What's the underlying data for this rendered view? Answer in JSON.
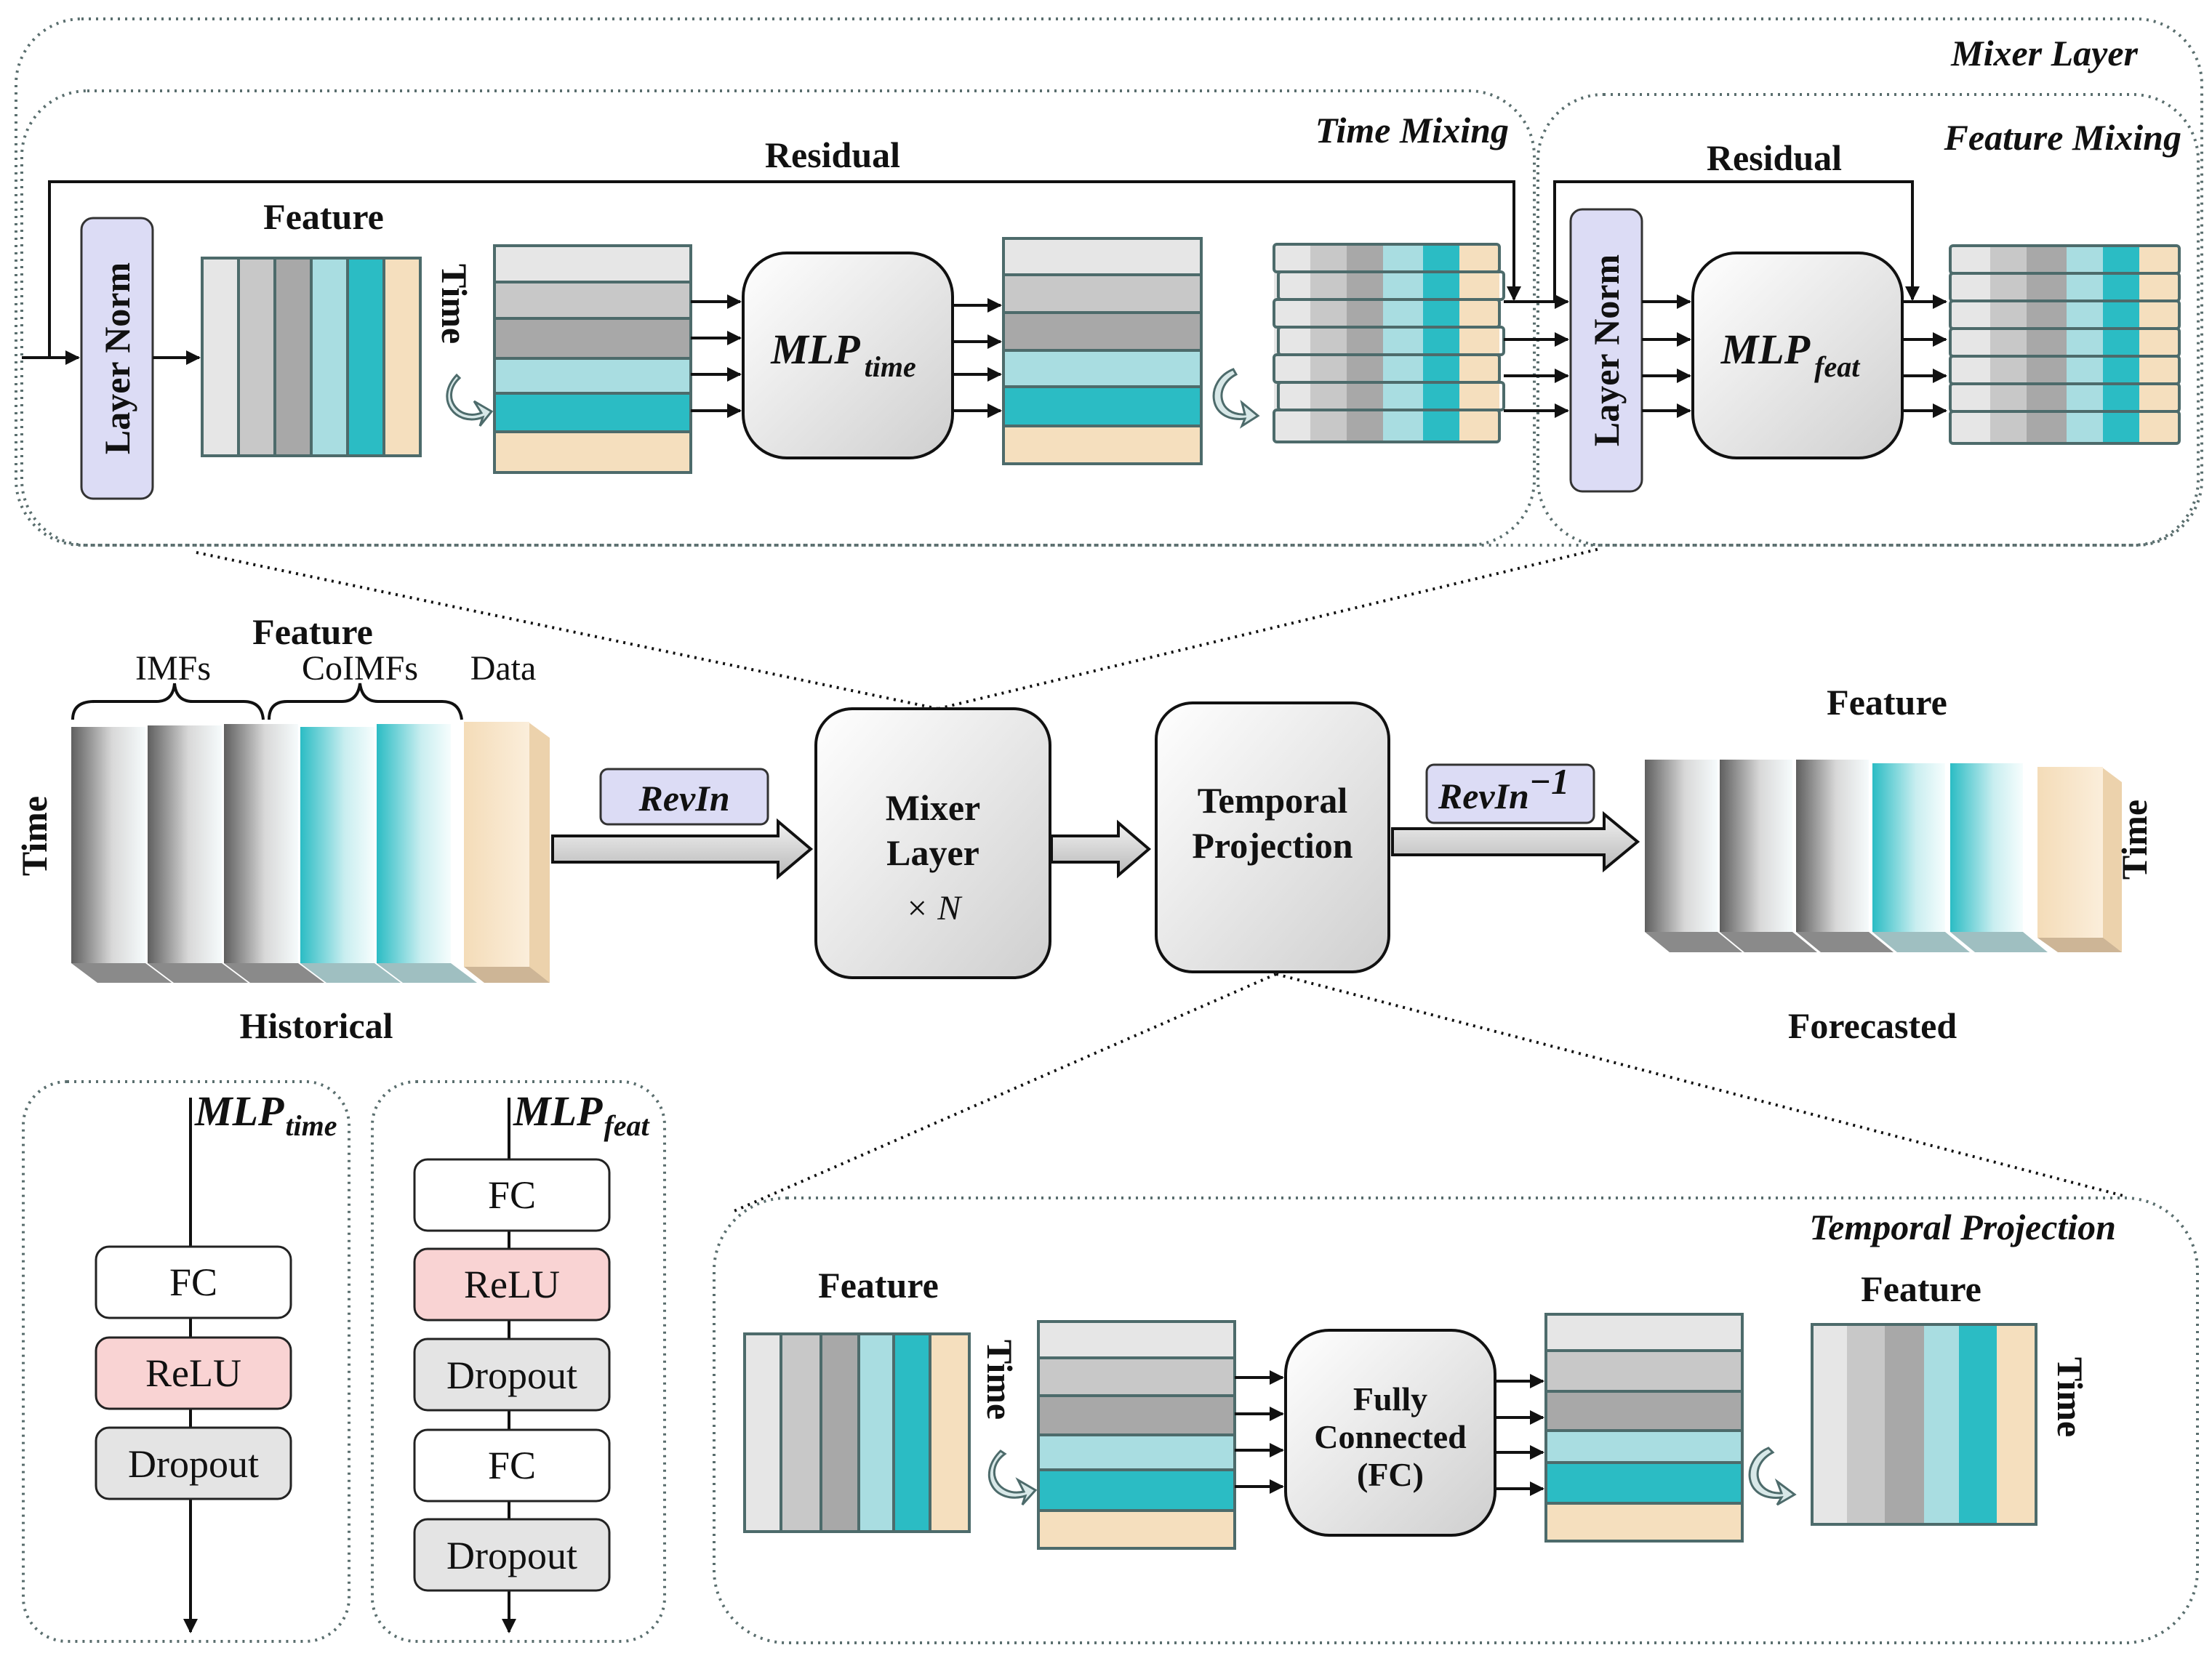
{
  "mixer_layer": {
    "title": "Mixer Layer",
    "time_mixing": {
      "title": "Time Mixing",
      "residual": "Residual",
      "layer_norm": "Layer Norm",
      "feature": "Feature",
      "time": "Time",
      "mlp_main": "MLP",
      "mlp_sub": "time"
    },
    "feature_mixing": {
      "title": "Feature Mixing",
      "residual": "Residual",
      "layer_norm": "Layer Norm",
      "mlp_main": "MLP",
      "mlp_sub": "feat"
    }
  },
  "pipeline": {
    "input": {
      "feature": "Feature",
      "imfs": "IMFs",
      "coimfs": "CoIMFs",
      "data": "Data",
      "time": "Time",
      "caption": "Historical"
    },
    "revin": "RevIn",
    "mixer_block": {
      "line1": "Mixer",
      "line2": "Layer",
      "line3": "× N"
    },
    "temporal_block": {
      "line1": "Temporal",
      "line2": "Projection"
    },
    "revin_inv": "RevIn",
    "revin_inv_sup": "−1",
    "output": {
      "feature": "Feature",
      "time": "Time",
      "caption": "Forecasted"
    }
  },
  "mlp_time_detail": {
    "title_main": "MLP",
    "title_sub": "time",
    "blocks": [
      "FC",
      "ReLU",
      "Dropout"
    ]
  },
  "mlp_feat_detail": {
    "title_main": "MLP",
    "title_sub": "feat",
    "blocks": [
      "FC",
      "ReLU",
      "Dropout",
      "FC",
      "Dropout"
    ]
  },
  "temporal_projection": {
    "title": "Temporal Projection",
    "feature_in": "Feature",
    "time_in": "Time",
    "fc_line1": "Fully",
    "fc_line2": "Connected",
    "fc_line3": "(FC)",
    "feature_out": "Feature",
    "time_out": "Time"
  },
  "colors": {
    "light_gray": "#e6e6e6",
    "mid_gray": "#c8c8c8",
    "dark_gray": "#a8a8a8",
    "light_teal": "#a9dde1",
    "teal": "#2bbcc4",
    "beige": "#f5dfbe",
    "layer_norm_fill": "#dcdcf5",
    "relu_fill": "#f9d3d3",
    "dropout_fill": "#e4e4e4"
  }
}
